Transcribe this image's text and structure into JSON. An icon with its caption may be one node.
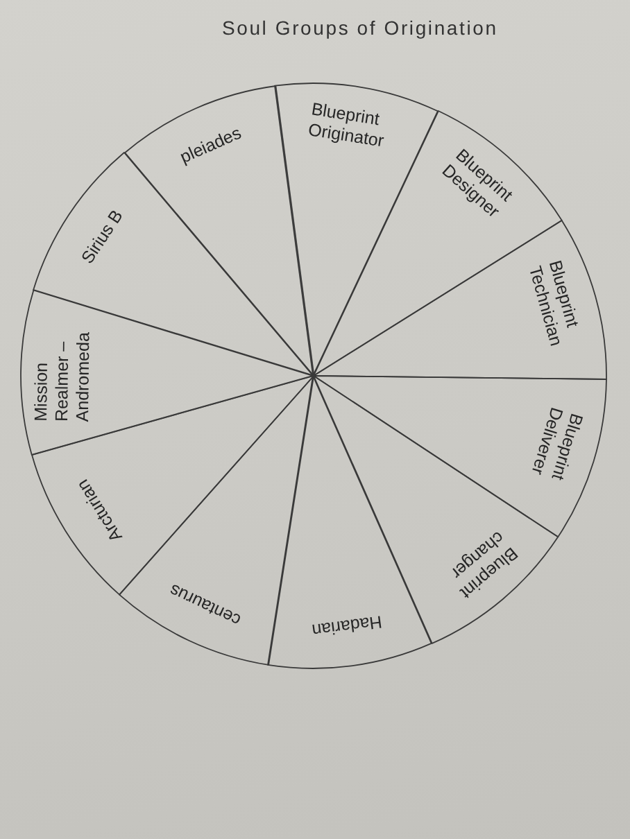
{
  "diagram": {
    "title": "Soul Groups of Origination",
    "nodes": [
      {
        "text": [
          "Blueprint Originator"
        ]
      },
      {
        "text": [
          "Blueprint Designer"
        ]
      },
      {
        "text": [
          "Blueprint Technician"
        ]
      },
      {
        "text": [
          "Blueprint Deliverer"
        ]
      },
      {
        "text": [
          "Blueprint changer"
        ]
      },
      {
        "text": [
          "Hadarian"
        ]
      },
      {
        "text": [
          "centaurus"
        ]
      },
      {
        "text": [
          "Arcturian"
        ]
      },
      {
        "text": [
          "Mission Realmer – Andromeda"
        ]
      },
      {
        "text": [
          "Sirius B"
        ]
      },
      {
        "text": [
          "pleiades"
        ]
      }
    ]
  }
}
